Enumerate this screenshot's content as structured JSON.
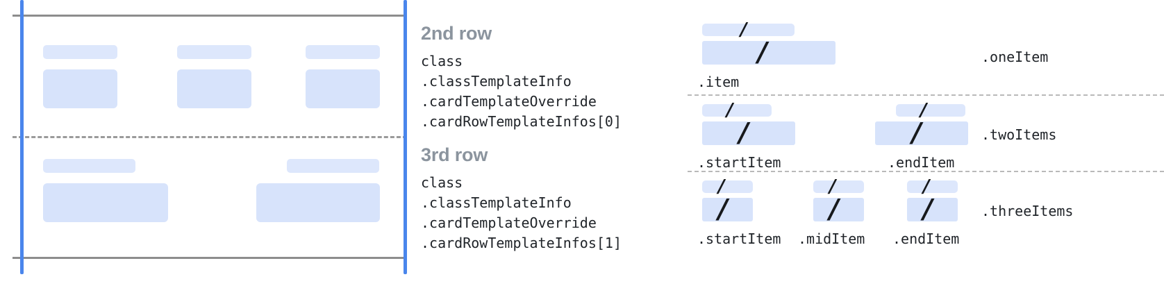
{
  "figure": {
    "kind": "card-row-template-anatomy-diagram",
    "colors": {
      "fill_box": "#d7e3fb",
      "fill_bar": "#dde7fc",
      "guide_blue": "#4a86ec",
      "guide_gray": "#8d8d8d",
      "heading_gray": "#8b949e",
      "code_text": "#1f2328"
    }
  },
  "left_panel": {
    "rows": [
      {
        "id": "row-2nd",
        "columns": [
          {
            "bar": true,
            "box": true
          },
          {
            "bar": true,
            "box": true
          },
          {
            "bar": true,
            "box": true
          }
        ]
      },
      {
        "id": "row-3rd",
        "columns": [
          {
            "bar": true,
            "box": true
          },
          {
            "bar": true,
            "box": true
          }
        ]
      }
    ]
  },
  "annotations": [
    {
      "heading": "2nd row",
      "code_lines": [
        "class",
        ".classTemplateInfo",
        ".cardTemplateOverride",
        ".cardRowTemplateInfos[0]"
      ]
    },
    {
      "heading": "3rd row",
      "code_lines": [
        "class",
        ".classTemplateInfo",
        ".cardTemplateOverride",
        ".cardRowTemplateInfos[1]"
      ]
    }
  ],
  "right_panel": {
    "groups": [
      {
        "id": "group-one-item",
        "right_label": ".oneItem",
        "items": [
          {
            "label": ".item",
            "glyph": "/"
          }
        ]
      },
      {
        "id": "group-two-items",
        "right_label": ".twoItems",
        "items": [
          {
            "label": ".startItem",
            "glyph": "/"
          },
          {
            "label": ".endItem",
            "glyph": "/"
          }
        ]
      },
      {
        "id": "group-three-items",
        "right_label": ".threeItems",
        "items": [
          {
            "label": ".startItem",
            "glyph": "/"
          },
          {
            "label": ".midItem",
            "glyph": "/"
          },
          {
            "label": ".endItem",
            "glyph": "/"
          }
        ]
      }
    ]
  }
}
